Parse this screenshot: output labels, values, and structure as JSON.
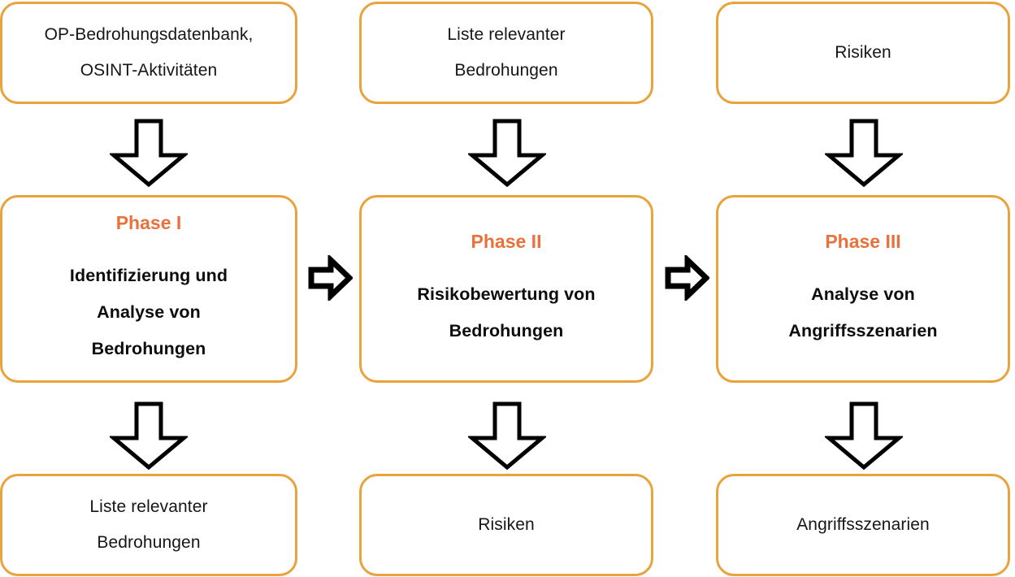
{
  "diagram": {
    "title_implicit": "Phasenmodell der Bedrohungs- und Risikoanalyse",
    "colors": {
      "box_border": "#e8a33d",
      "phase_title": "#e8713c",
      "text": "#16161a",
      "arrow_stroke": "#000000",
      "background": "#ffffff"
    },
    "columns": [
      {
        "id": "column-1",
        "input": {
          "name": "input-box-1",
          "lines": [
            "OP-Bedrohungsdatenbank,",
            "OSINT-Aktivitäten"
          ]
        },
        "arrow_in": {
          "name": "down-arrow-icon",
          "direction": "down"
        },
        "phase": {
          "name": "phase-box-1",
          "title": "Phase I",
          "lines": [
            "Identifizierung und",
            "Analyse von",
            "Bedrohungen"
          ]
        },
        "arrow_out": {
          "name": "down-arrow-icon",
          "direction": "down"
        },
        "output": {
          "name": "output-box-1",
          "lines": [
            "Liste relevanter",
            "Bedrohungen"
          ]
        },
        "arrow_next": {
          "name": "right-arrow-icon",
          "direction": "right"
        }
      },
      {
        "id": "column-2",
        "input": {
          "name": "input-box-2",
          "lines": [
            "Liste relevanter",
            "Bedrohungen"
          ]
        },
        "arrow_in": {
          "name": "down-arrow-icon",
          "direction": "down"
        },
        "phase": {
          "name": "phase-box-2",
          "title": "Phase II",
          "lines": [
            "Risikobewertung von",
            "Bedrohungen"
          ]
        },
        "arrow_out": {
          "name": "down-arrow-icon",
          "direction": "down"
        },
        "output": {
          "name": "output-box-2",
          "lines": [
            "Risiken"
          ]
        },
        "arrow_next": {
          "name": "right-arrow-icon",
          "direction": "right"
        }
      },
      {
        "id": "column-3",
        "input": {
          "name": "input-box-3",
          "lines": [
            "Risiken"
          ]
        },
        "arrow_in": {
          "name": "down-arrow-icon",
          "direction": "down"
        },
        "phase": {
          "name": "phase-box-3",
          "title": "Phase III",
          "lines": [
            "Analyse von",
            "Angriffsszenarien"
          ]
        },
        "arrow_out": {
          "name": "down-arrow-icon",
          "direction": "down"
        },
        "output": {
          "name": "output-box-3",
          "lines": [
            "Angriffsszenarien"
          ]
        }
      }
    ]
  }
}
